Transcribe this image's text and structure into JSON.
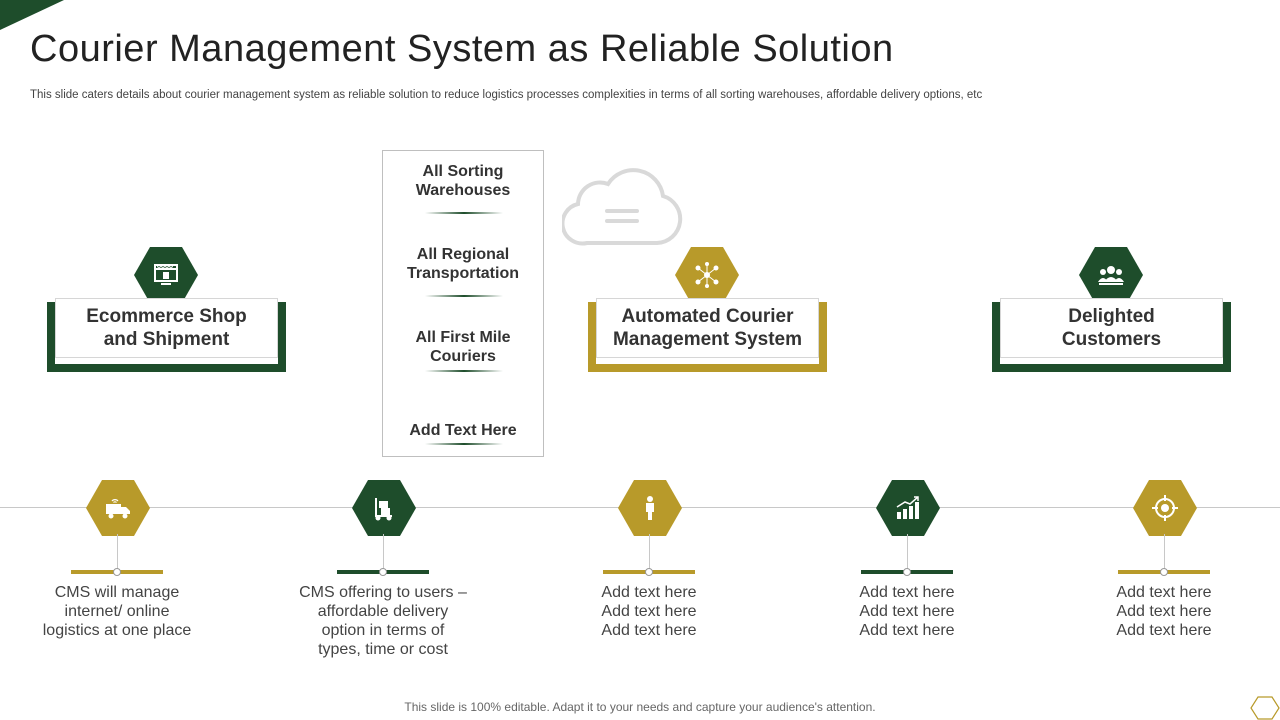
{
  "title": "Courier Management System as Reliable Solution",
  "subtitle": "This slide caters details about courier management system as reliable solution to reduce logistics processes complexities in terms of all sorting warehouses, affordable delivery options, etc",
  "colors": {
    "green": "#1e4d2b",
    "gold": "#b89a2a"
  },
  "top_nodes": [
    {
      "label": "Ecommerce Shop\nand Shipment",
      "icon": "online-store-icon",
      "color": "green"
    },
    {
      "label": "Automated Courier\nManagement System",
      "icon": "network-people-icon",
      "color": "gold"
    },
    {
      "label": "Delighted\nCustomers",
      "icon": "customers-group-icon",
      "color": "green"
    }
  ],
  "list_items": [
    "All Sorting\nWarehouses",
    "All Regional\nTransportation",
    "All First Mile\nCouriers",
    "Add Text Here"
  ],
  "cloud_icon": "cloud-icon",
  "timeline": [
    {
      "icon": "delivery-truck-icon",
      "color": "gold",
      "text": "CMS will manage\ninternet/ online\nlogistics at one place"
    },
    {
      "icon": "hand-truck-icon",
      "color": "green",
      "text": "CMS offering to users –\naffordable delivery\noption in terms of\ntypes, time or cost"
    },
    {
      "icon": "person-icon",
      "color": "gold",
      "text": "Add text here\nAdd text here\nAdd text here"
    },
    {
      "icon": "growth-chart-icon",
      "color": "green",
      "text": "Add text here\nAdd text here\nAdd text here"
    },
    {
      "icon": "target-icon",
      "color": "gold",
      "text": "Add text here\nAdd text here\nAdd text here"
    }
  ],
  "footer": "This slide is 100% editable. Adapt it to your needs and capture your audience's attention."
}
